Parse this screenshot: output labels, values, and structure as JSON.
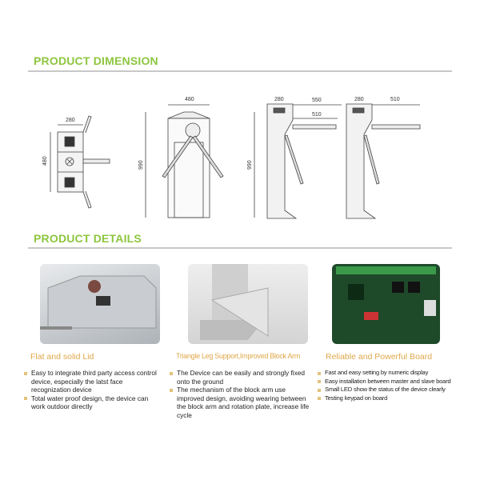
{
  "dimension": {
    "title": "PRODUCT DIMENSION",
    "labels": {
      "top_width": "280",
      "top_height": "480",
      "front_width": "480",
      "front_height": "990",
      "side_width": "280",
      "side_arm_total": "550",
      "side_arm": "510",
      "side_height": "990",
      "side2_width": "280",
      "side2_arm": "510"
    }
  },
  "details": {
    "title": "PRODUCT DETAILS",
    "items": [
      {
        "title": "Flat and solid Lid",
        "bullets": [
          "Easy to integrate third party access control device, especially the latst face recognization device",
          "Total water proof design, the device can work outdoor directly"
        ]
      },
      {
        "title": "Triangle Leg Support,Improved Block Arm",
        "bullets": [
          "The Device can be easily and strongly fixed onto the ground",
          "The mechanism of the block arm use improved design, avoiding wearing between the block arm and rotation plate, increase life cycle"
        ]
      },
      {
        "title": "Reliable and Powerful Board",
        "bullets": [
          "Fast and easy setting by numeric display",
          "Easy installation between master and slave board",
          "Small LED show the status of the device clearly",
          "Testing keypad on board"
        ]
      }
    ]
  },
  "colors": {
    "accent": "#8dc63f",
    "caption": "#e0a84a"
  }
}
